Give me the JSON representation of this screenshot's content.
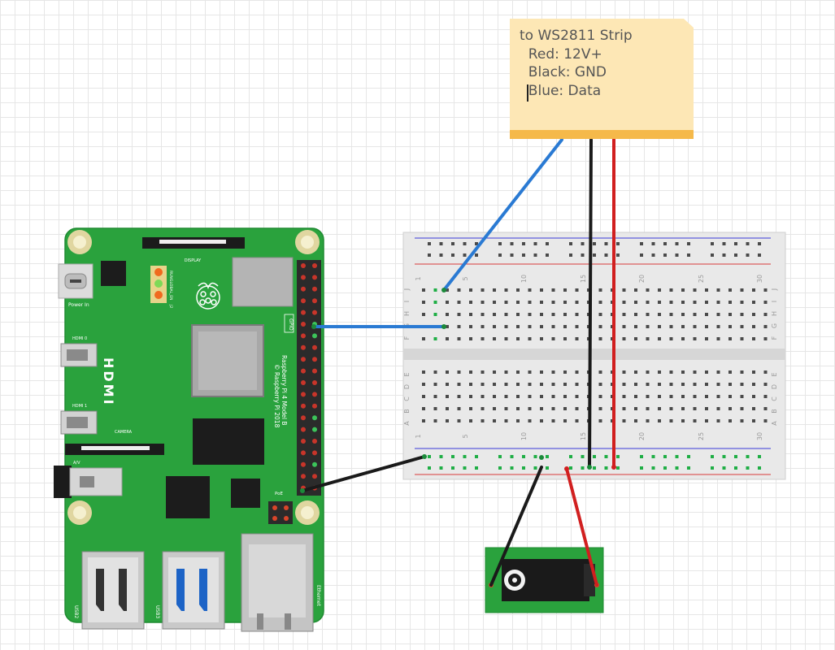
{
  "note": {
    "lines": [
      "to WS2811 Strip",
      "  Red: 12V+",
      "  Black: GND",
      "  Blue: Data"
    ]
  },
  "pi": {
    "labels": {
      "power_in": "Power In",
      "hdmi0": "HDMI 0",
      "hdmi1": "HDMI 1",
      "hdmi_big": "HDMI",
      "camera": "CAMERA",
      "display": "DISPLAY",
      "gpio": "GPIO",
      "av": "A/V",
      "poe": "PoE",
      "usb2": "USB2",
      "usb3": "USB3",
      "ethernet": "Ethernet",
      "run": "RUN",
      "global_en": "GLOBAL_EN",
      "j2": "J2",
      "model": "Raspberry Pi 4 Model B",
      "copyright": "© Raspberry Pi 2018"
    }
  },
  "breadboard": {
    "column_numbers": [
      "1",
      "5",
      "10",
      "15",
      "20",
      "25",
      "30"
    ],
    "row_letters_top": [
      "J",
      "I",
      "H",
      "G",
      "F"
    ],
    "row_letters_bottom": [
      "E",
      "D",
      "C",
      "B",
      "A"
    ]
  },
  "wire_colors": {
    "blue": "#2a7ad3",
    "black": "#1a1a1a",
    "red": "#d11f1f"
  },
  "colors": {
    "pi_green": "#2aa23d",
    "note_bg": "#fde7b5",
    "note_bar": "#f5b94a"
  }
}
